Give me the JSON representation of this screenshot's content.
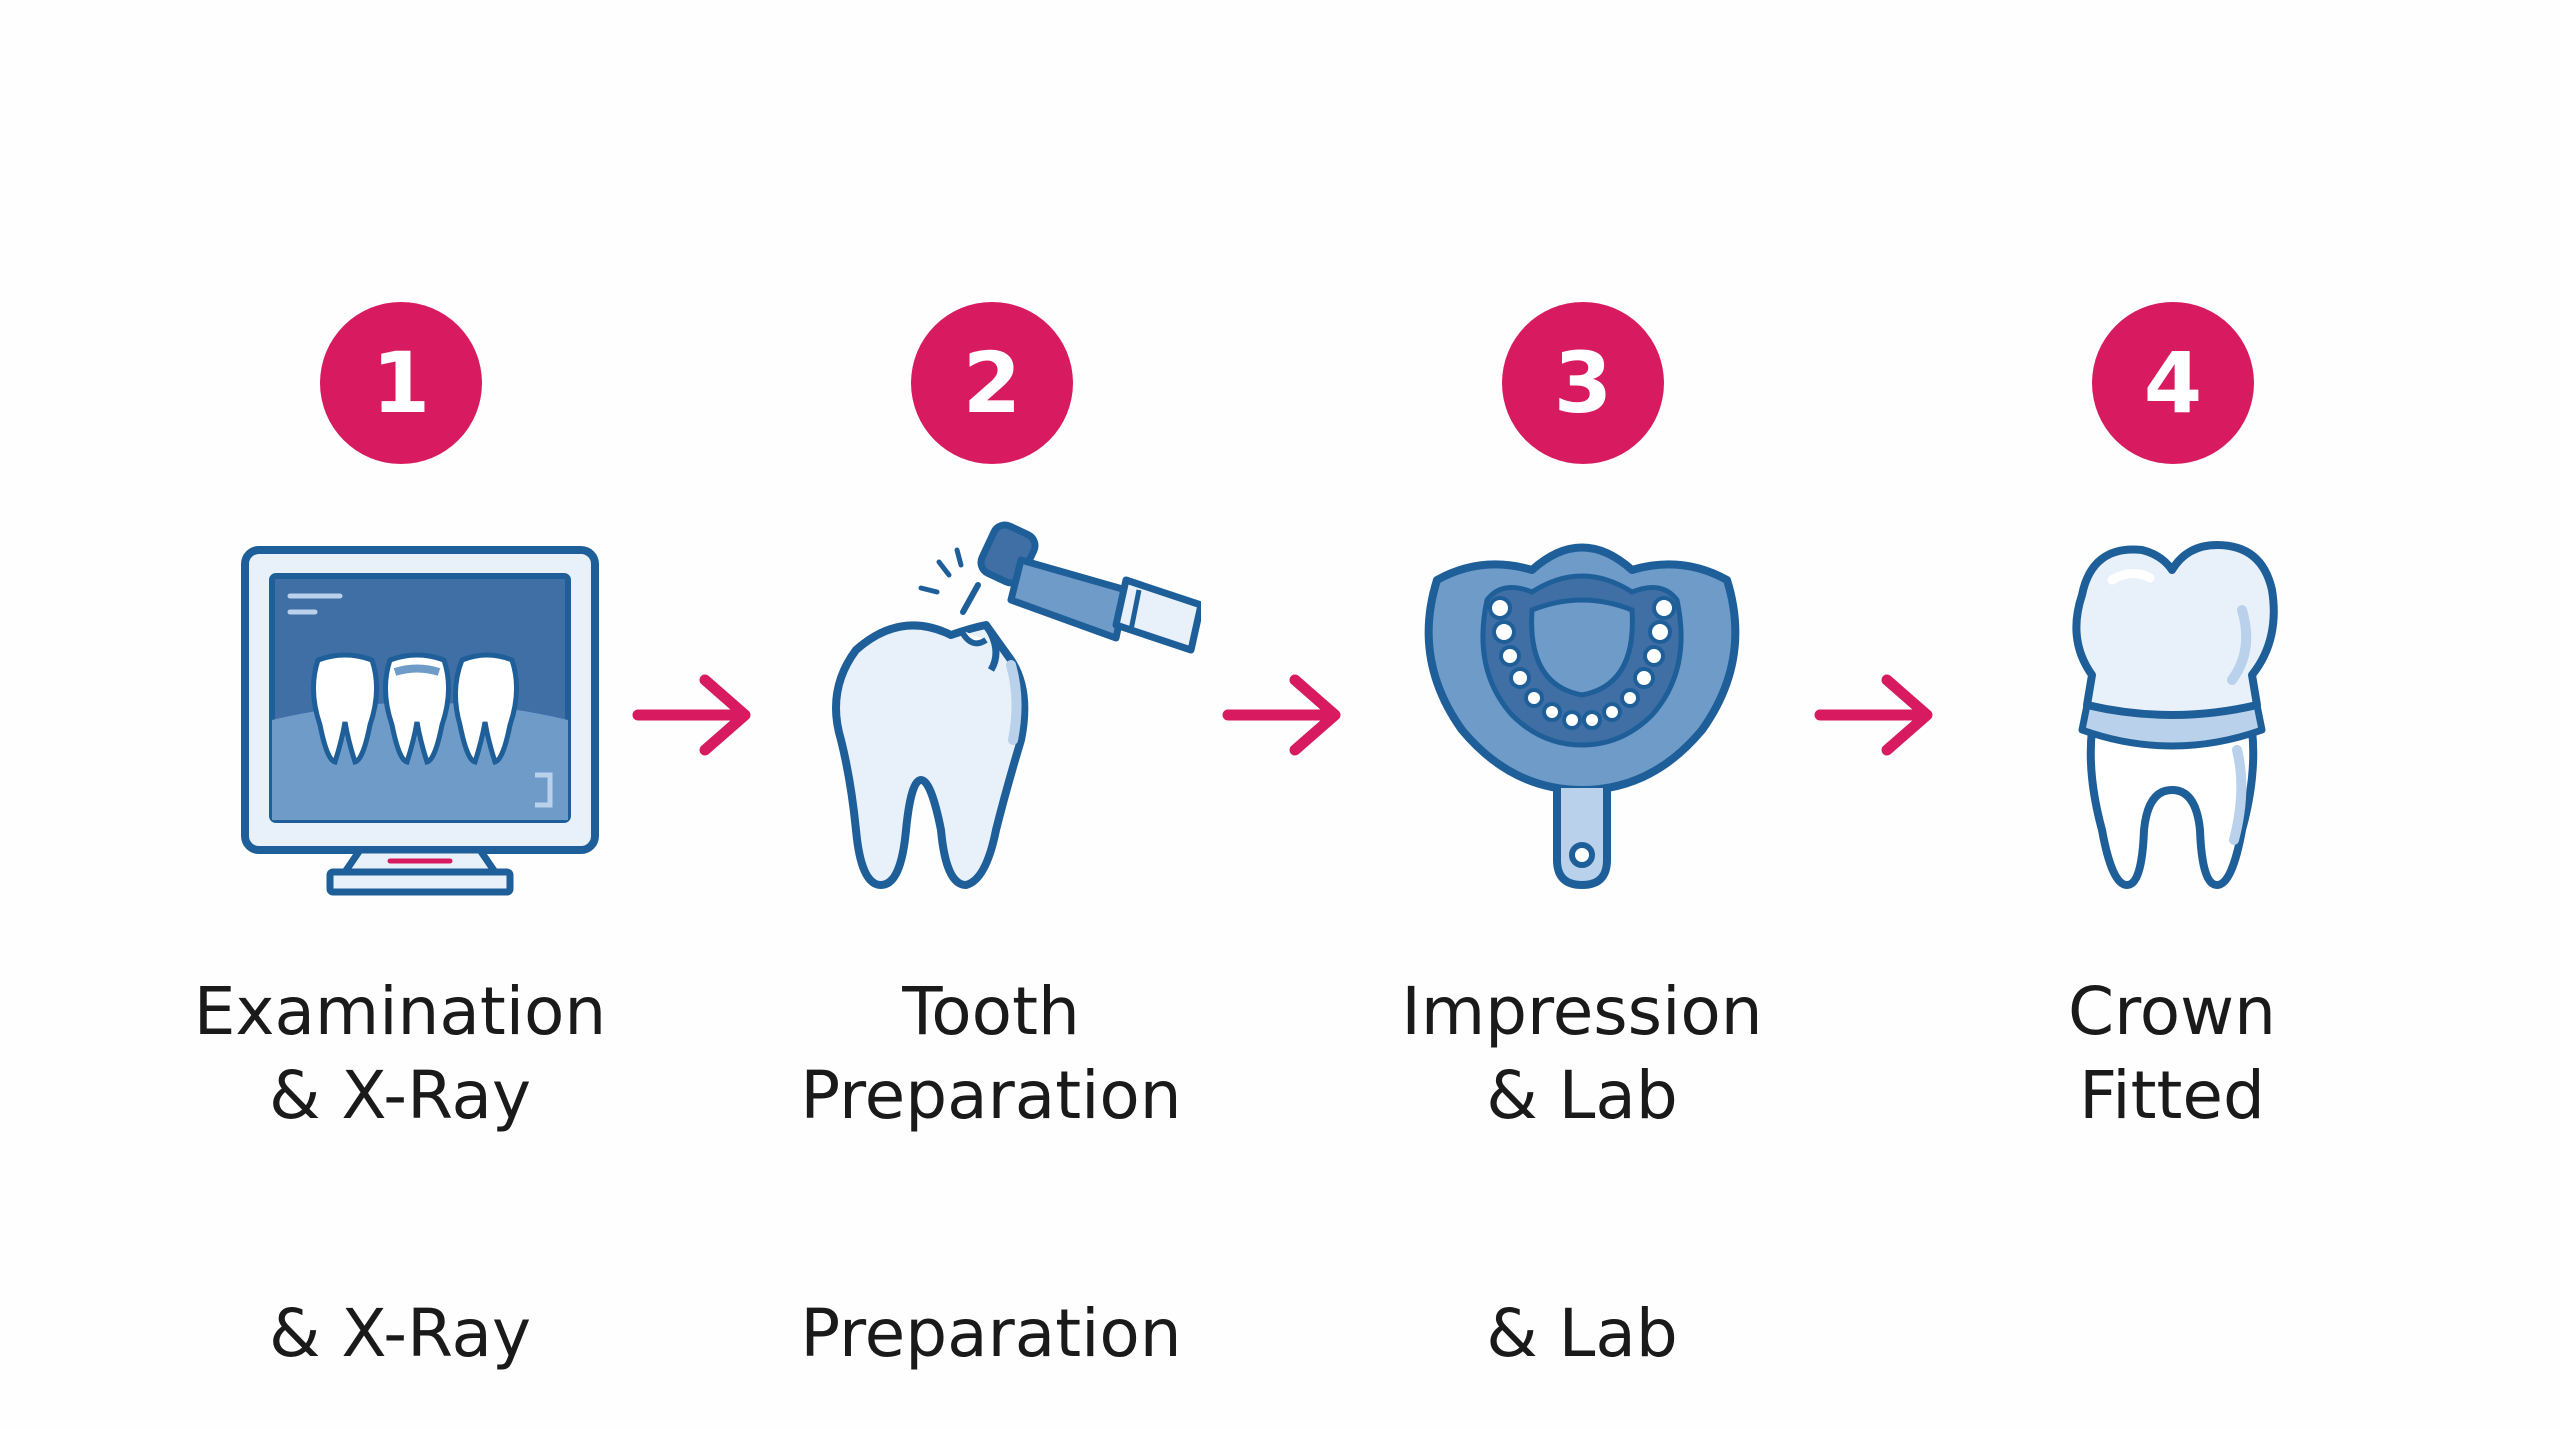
{
  "colors": {
    "accent": "#d81b60",
    "icon_stroke": "#1f5f99",
    "icon_fill_dark": "#6f9bc9",
    "icon_fill_light": "#e8f1fa"
  },
  "steps": [
    {
      "number": "1",
      "line1": "Examination",
      "line2": "& X-Ray",
      "echo": "& X-Ray",
      "icon": "xray-monitor-icon"
    },
    {
      "number": "2",
      "line1": "Tooth",
      "line2": "Preparation",
      "echo": "Preparation",
      "icon": "tooth-drill-icon"
    },
    {
      "number": "3",
      "line1": "Impression",
      "line2": "& Lab",
      "echo": "& Lab",
      "icon": "impression-tray-icon"
    },
    {
      "number": "4",
      "line1": "Crown",
      "line2": "Fitted",
      "icon": "crown-tooth-icon"
    }
  ]
}
